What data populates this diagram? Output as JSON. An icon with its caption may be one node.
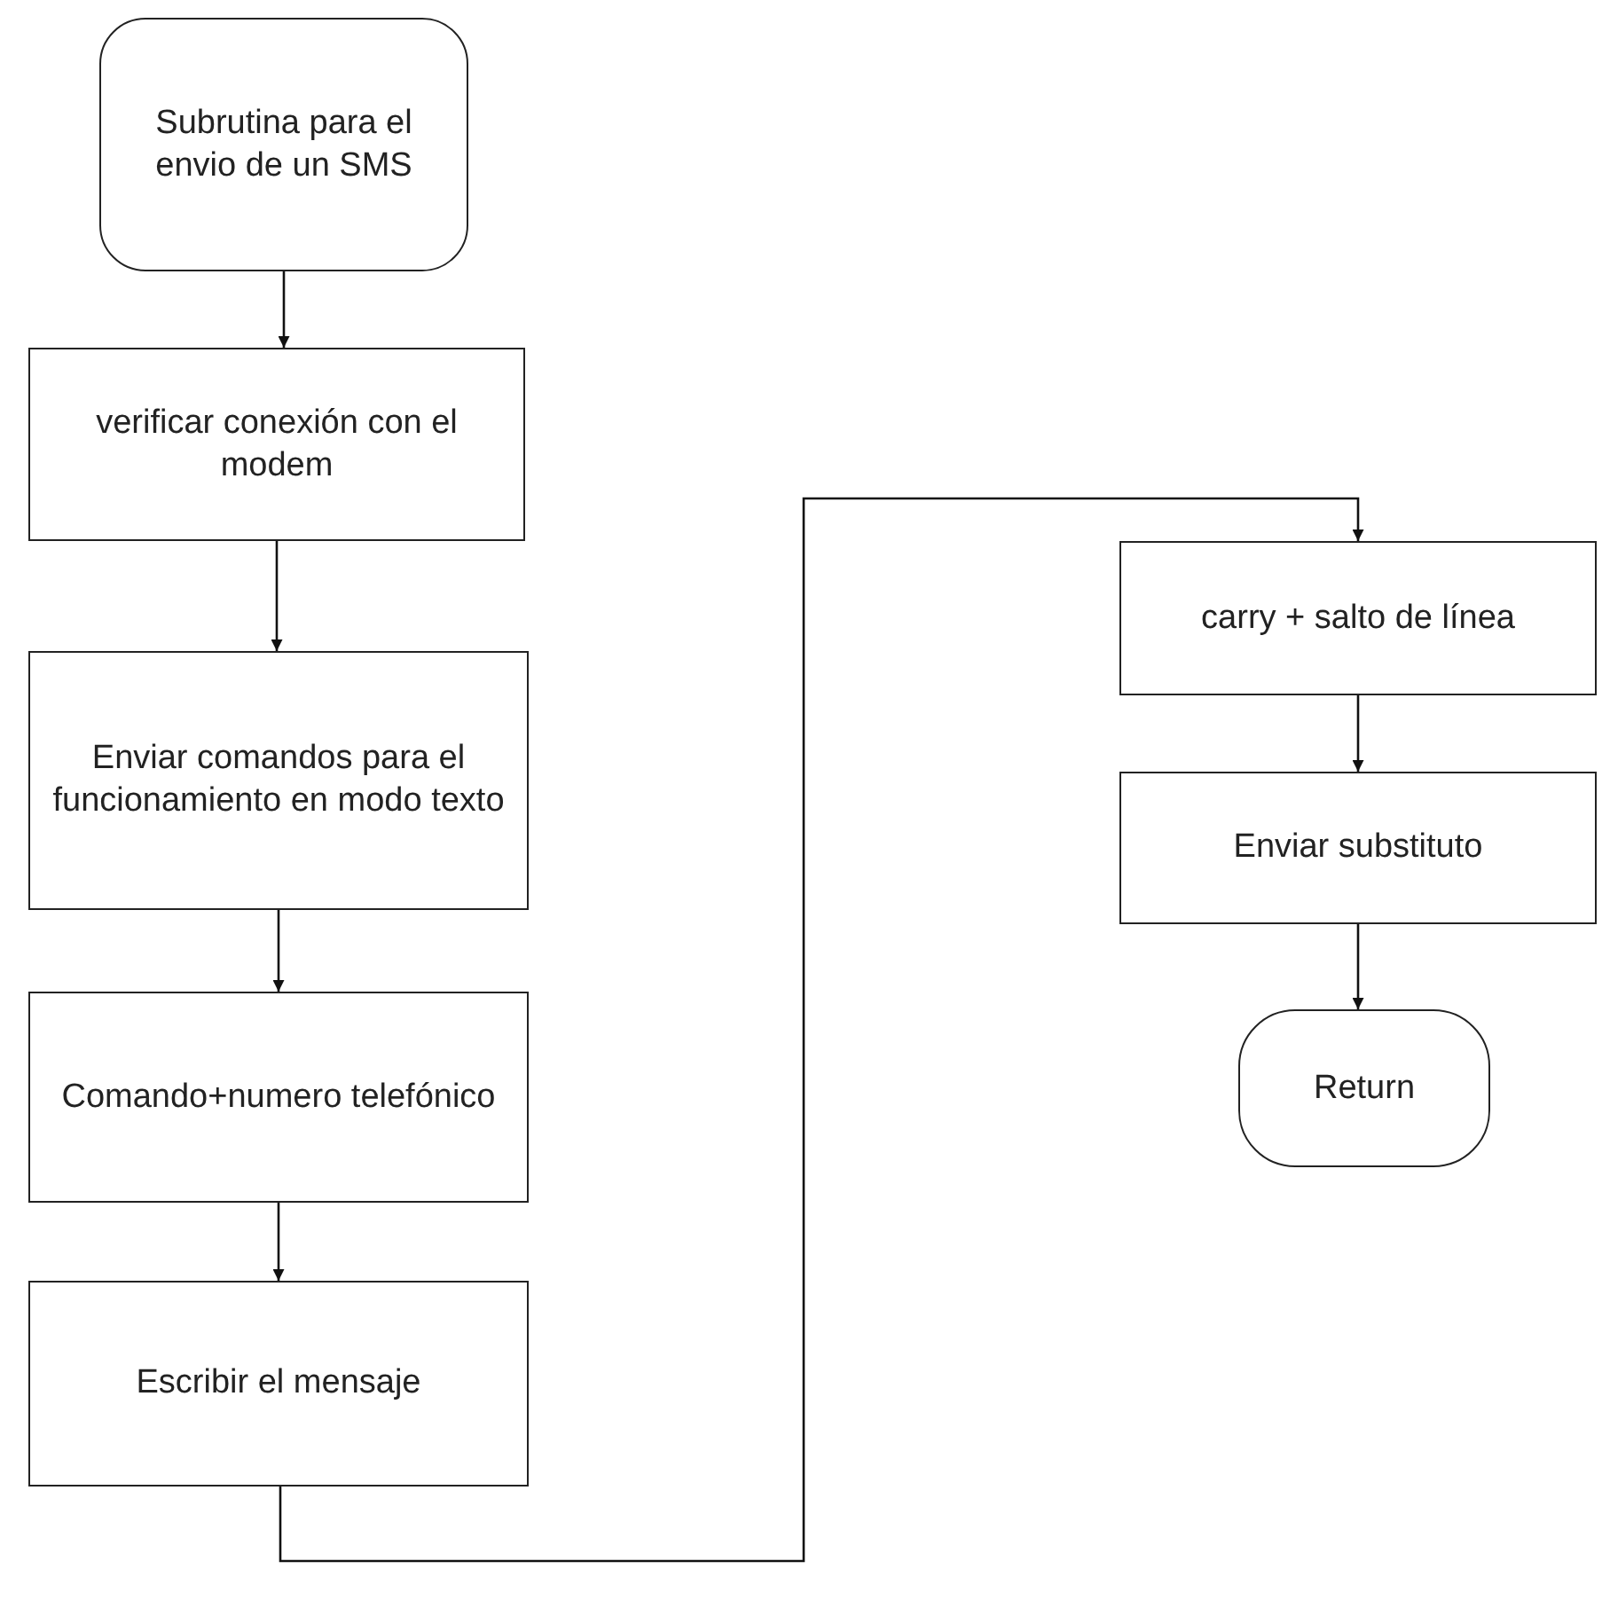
{
  "diagram": {
    "nodes": [
      {
        "text": [
          "Subrutina para el envio de un SMS"
        ]
      },
      {
        "text": [
          "verificar conexión con el modem"
        ]
      },
      {
        "text": [
          "Enviar comandos para el funcionamiento en modo texto"
        ]
      },
      {
        "text": [
          "Comando+numero telefónico"
        ]
      },
      {
        "text": [
          "Escribir el mensaje"
        ]
      },
      {
        "text": [
          "carry + salto de línea"
        ]
      },
      {
        "text": [
          "Enviar substituto"
        ]
      },
      {
        "text": [
          "Return"
        ]
      }
    ],
    "edges": [
      {
        "from": 0,
        "to": 1,
        "arrow": "to"
      },
      {
        "from": 1,
        "to": 2,
        "arrow": "to"
      },
      {
        "from": 2,
        "to": 3,
        "arrow": "to"
      },
      {
        "from": 3,
        "to": 4,
        "arrow": "to"
      },
      {
        "from": 4,
        "to": 5,
        "arrow": "to"
      },
      {
        "from": 5,
        "to": 6,
        "arrow": "to"
      },
      {
        "from": 6,
        "to": 7,
        "arrow": "to"
      }
    ]
  }
}
